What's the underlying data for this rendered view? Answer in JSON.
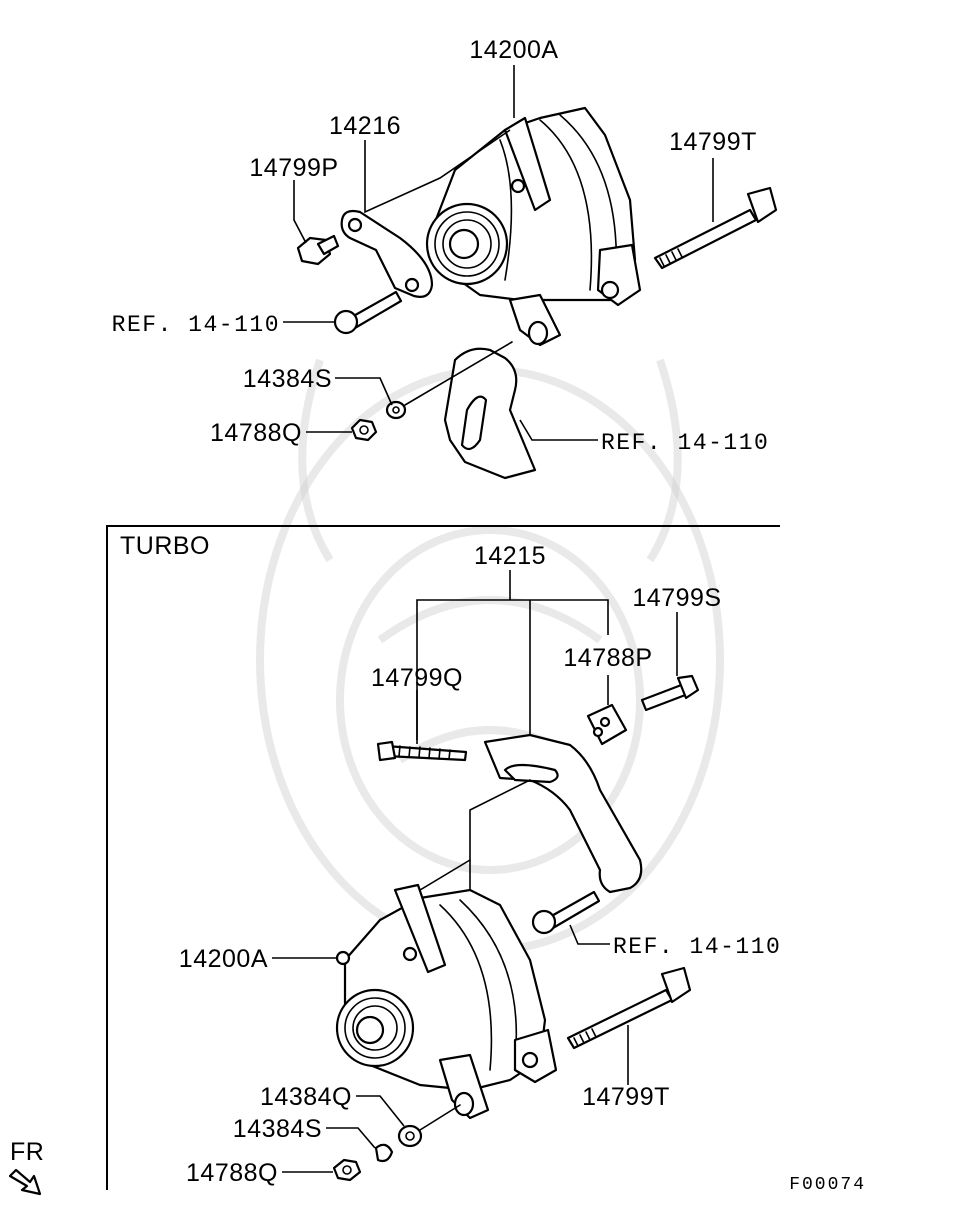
{
  "diagram": {
    "code": "F00074",
    "direction_label": "FR",
    "section_label": "TURBO",
    "top": {
      "alternator": "14200A",
      "bracket": "14216",
      "bolt_small": "14799P",
      "bolt_long": "14799T",
      "ref_bolt": "REF. 14-110",
      "washer": "14384S",
      "nut": "14788Q",
      "ref_bracket": "REF. 14-110"
    },
    "turbo": {
      "bracket_group": "14215",
      "stud": "14799Q",
      "block": "14788P",
      "bolt_small": "14799S",
      "ref_bolt": "REF. 14-110",
      "alternator": "14200A",
      "bolt_long": "14799T",
      "washer_flat": "14384Q",
      "washer_spring": "14384S",
      "nut": "14788Q"
    }
  }
}
